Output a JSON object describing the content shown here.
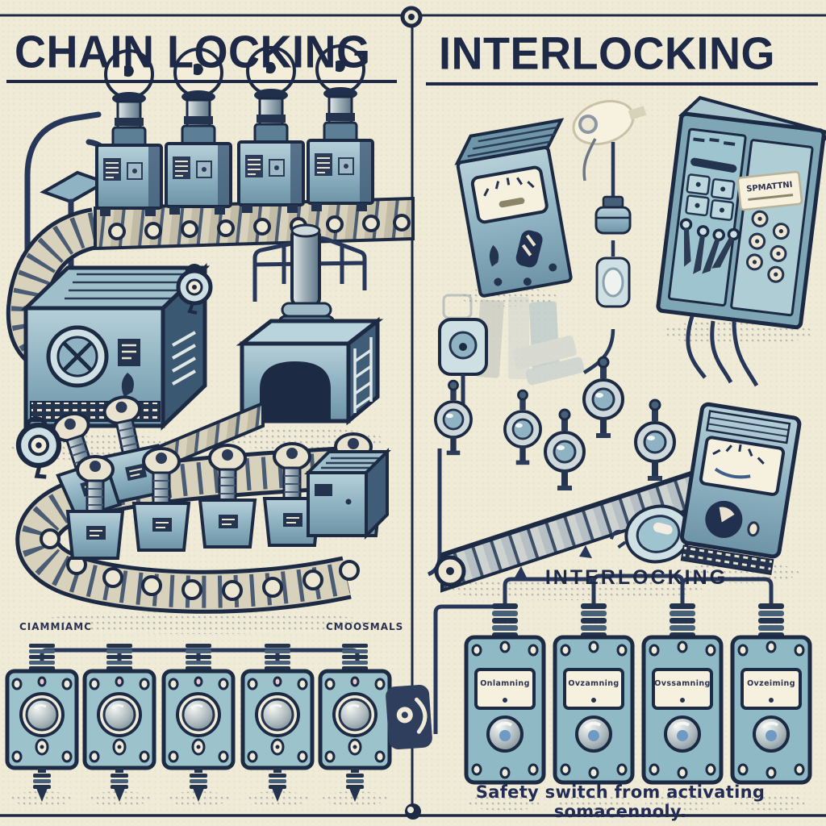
{
  "illustration": {
    "left_panel": {
      "title": "CHAIN LOCKING",
      "bottom_label_left": "CIAMMIAMC",
      "bottom_label_right": "CMOOSMALS"
    },
    "right_panel": {
      "title": "INTERLOCKING",
      "section_label": "INTERLOCKING",
      "caption": "Safety switch from activating somacennoly.",
      "cabinet_plate_text": "SPMATTNI",
      "switch_displays": [
        "Onlamning",
        "Ovzamning",
        "Ovssamning",
        "Ovzeiming"
      ]
    },
    "colors": {
      "background": "#f0ebd7",
      "ink_navy": "#1c2a44",
      "steel_blue": "#8fb3c2",
      "panel_blue": "#8fb9c4",
      "belt_tan": "#d8d1bb",
      "cream": "#f6f0de"
    }
  }
}
